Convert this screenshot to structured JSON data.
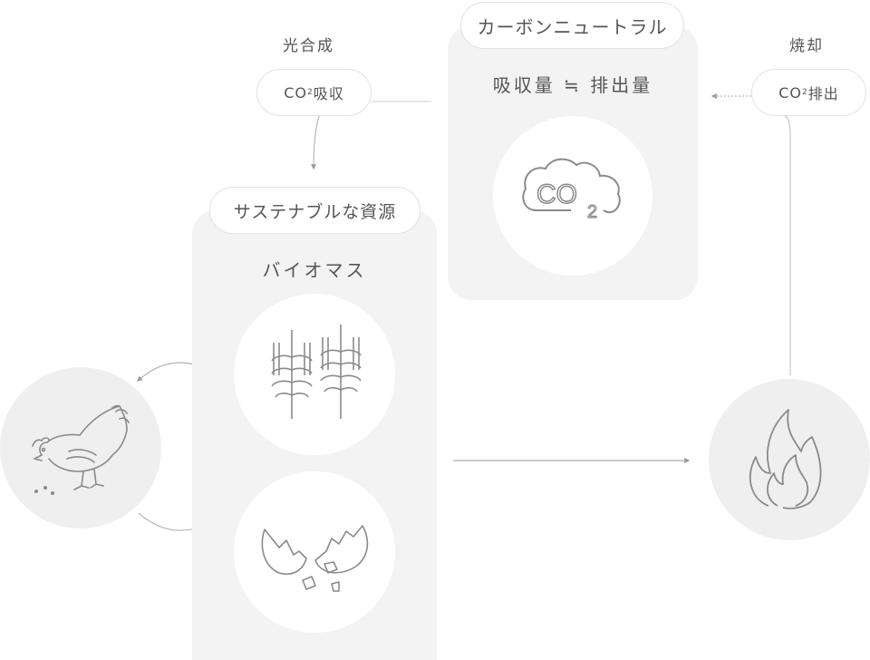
{
  "carbon_neutral": {
    "title": "カーボンニュートラル",
    "balance": "吸収量 ≒ 排出量"
  },
  "photosynthesis": {
    "title": "光合成",
    "pill_prefix": "CO",
    "pill_sub": "2",
    "pill_suffix": "吸収"
  },
  "incineration": {
    "title": "焼却",
    "pill_prefix": "CO",
    "pill_sub": "2",
    "pill_suffix": "排出"
  },
  "sustainable": {
    "title": "サステナブルな資源",
    "biomass": "バイオマス"
  },
  "co2_icon": {
    "text": "CO",
    "sub": "2",
    "icon": "co2-cloud-icon"
  },
  "icons": [
    "wheat-icon",
    "eggshell-icon",
    "chicken-icon",
    "flame-icon"
  ],
  "colors": {
    "panel": "#f3f3f3",
    "circle": "#efefef",
    "line": "#999999",
    "icon_stroke": "#8a8a8a"
  }
}
